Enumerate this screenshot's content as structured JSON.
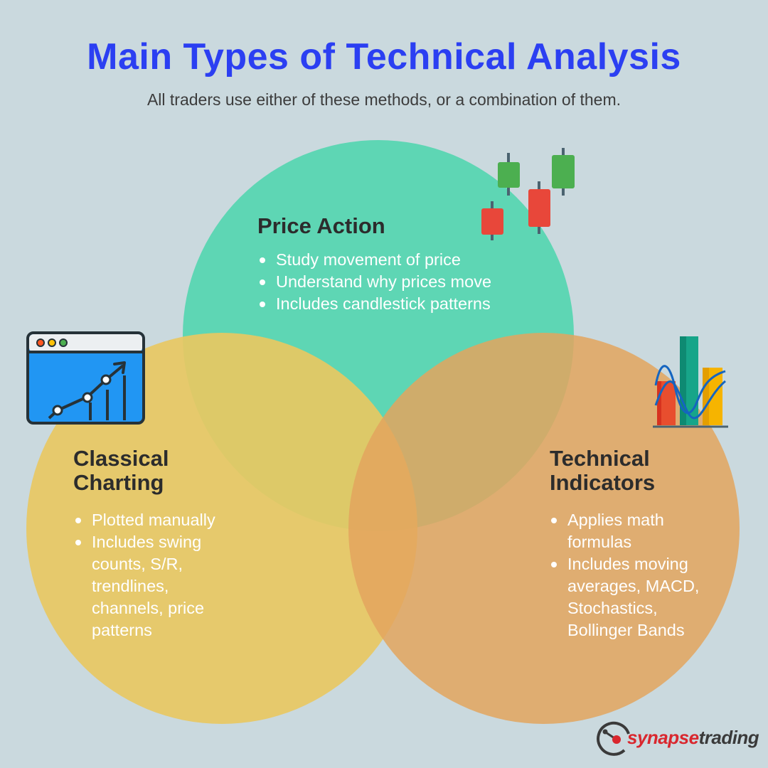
{
  "title": "Main Types of Technical Analysis",
  "subtitle": "All traders use either of these methods, or a combination of them.",
  "colors": {
    "background": "#cad9de",
    "title": "#2b3ff2",
    "price_action": "#5ed6b4",
    "classical_charting": "#e8c862",
    "technical_indicators": "#e3a86a"
  },
  "sections": {
    "price_action": {
      "heading": "Price Action",
      "icon": "candlestick-icon",
      "bullets": [
        "Study movement of price",
        "Understand why prices move",
        "Includes candlestick patterns"
      ]
    },
    "classical_charting": {
      "heading_line1": "Classical",
      "heading_line2": "Charting",
      "icon": "line-chart-window-icon",
      "bullets": [
        "Plotted manually",
        "Includes swing counts, S/R, trendlines, channels, price patterns"
      ],
      "bullet_lines": [
        [
          "Plotted manually"
        ],
        [
          "Includes swing",
          "counts, S/R,",
          "trendlines,",
          "channels, price",
          "patterns"
        ]
      ]
    },
    "technical_indicators": {
      "heading_line1": "Technical",
      "heading_line2": "Indicators",
      "icon": "bar-chart-indicator-icon",
      "bullets": [
        "Applies math formulas",
        "Includes moving averages, MACD, Stochastics, Bollinger Bands"
      ],
      "bullet_lines": [
        [
          "Applies math",
          "formulas"
        ],
        [
          "Includes moving",
          "averages, MACD,",
          "Stochastics,",
          "Bollinger Bands"
        ]
      ]
    }
  },
  "logo": {
    "part1": "synapse",
    "part2": "trading",
    "icon": "synapse-logo-icon"
  }
}
